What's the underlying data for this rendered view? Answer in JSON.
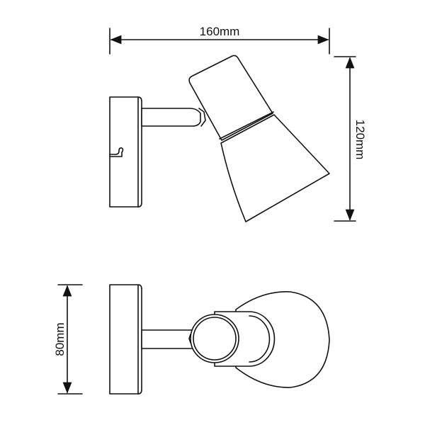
{
  "dimensions": {
    "width": "160mm",
    "height": "120mm",
    "depth": "80mm"
  },
  "colors": {
    "line": "#111111",
    "background": "#ffffff"
  }
}
